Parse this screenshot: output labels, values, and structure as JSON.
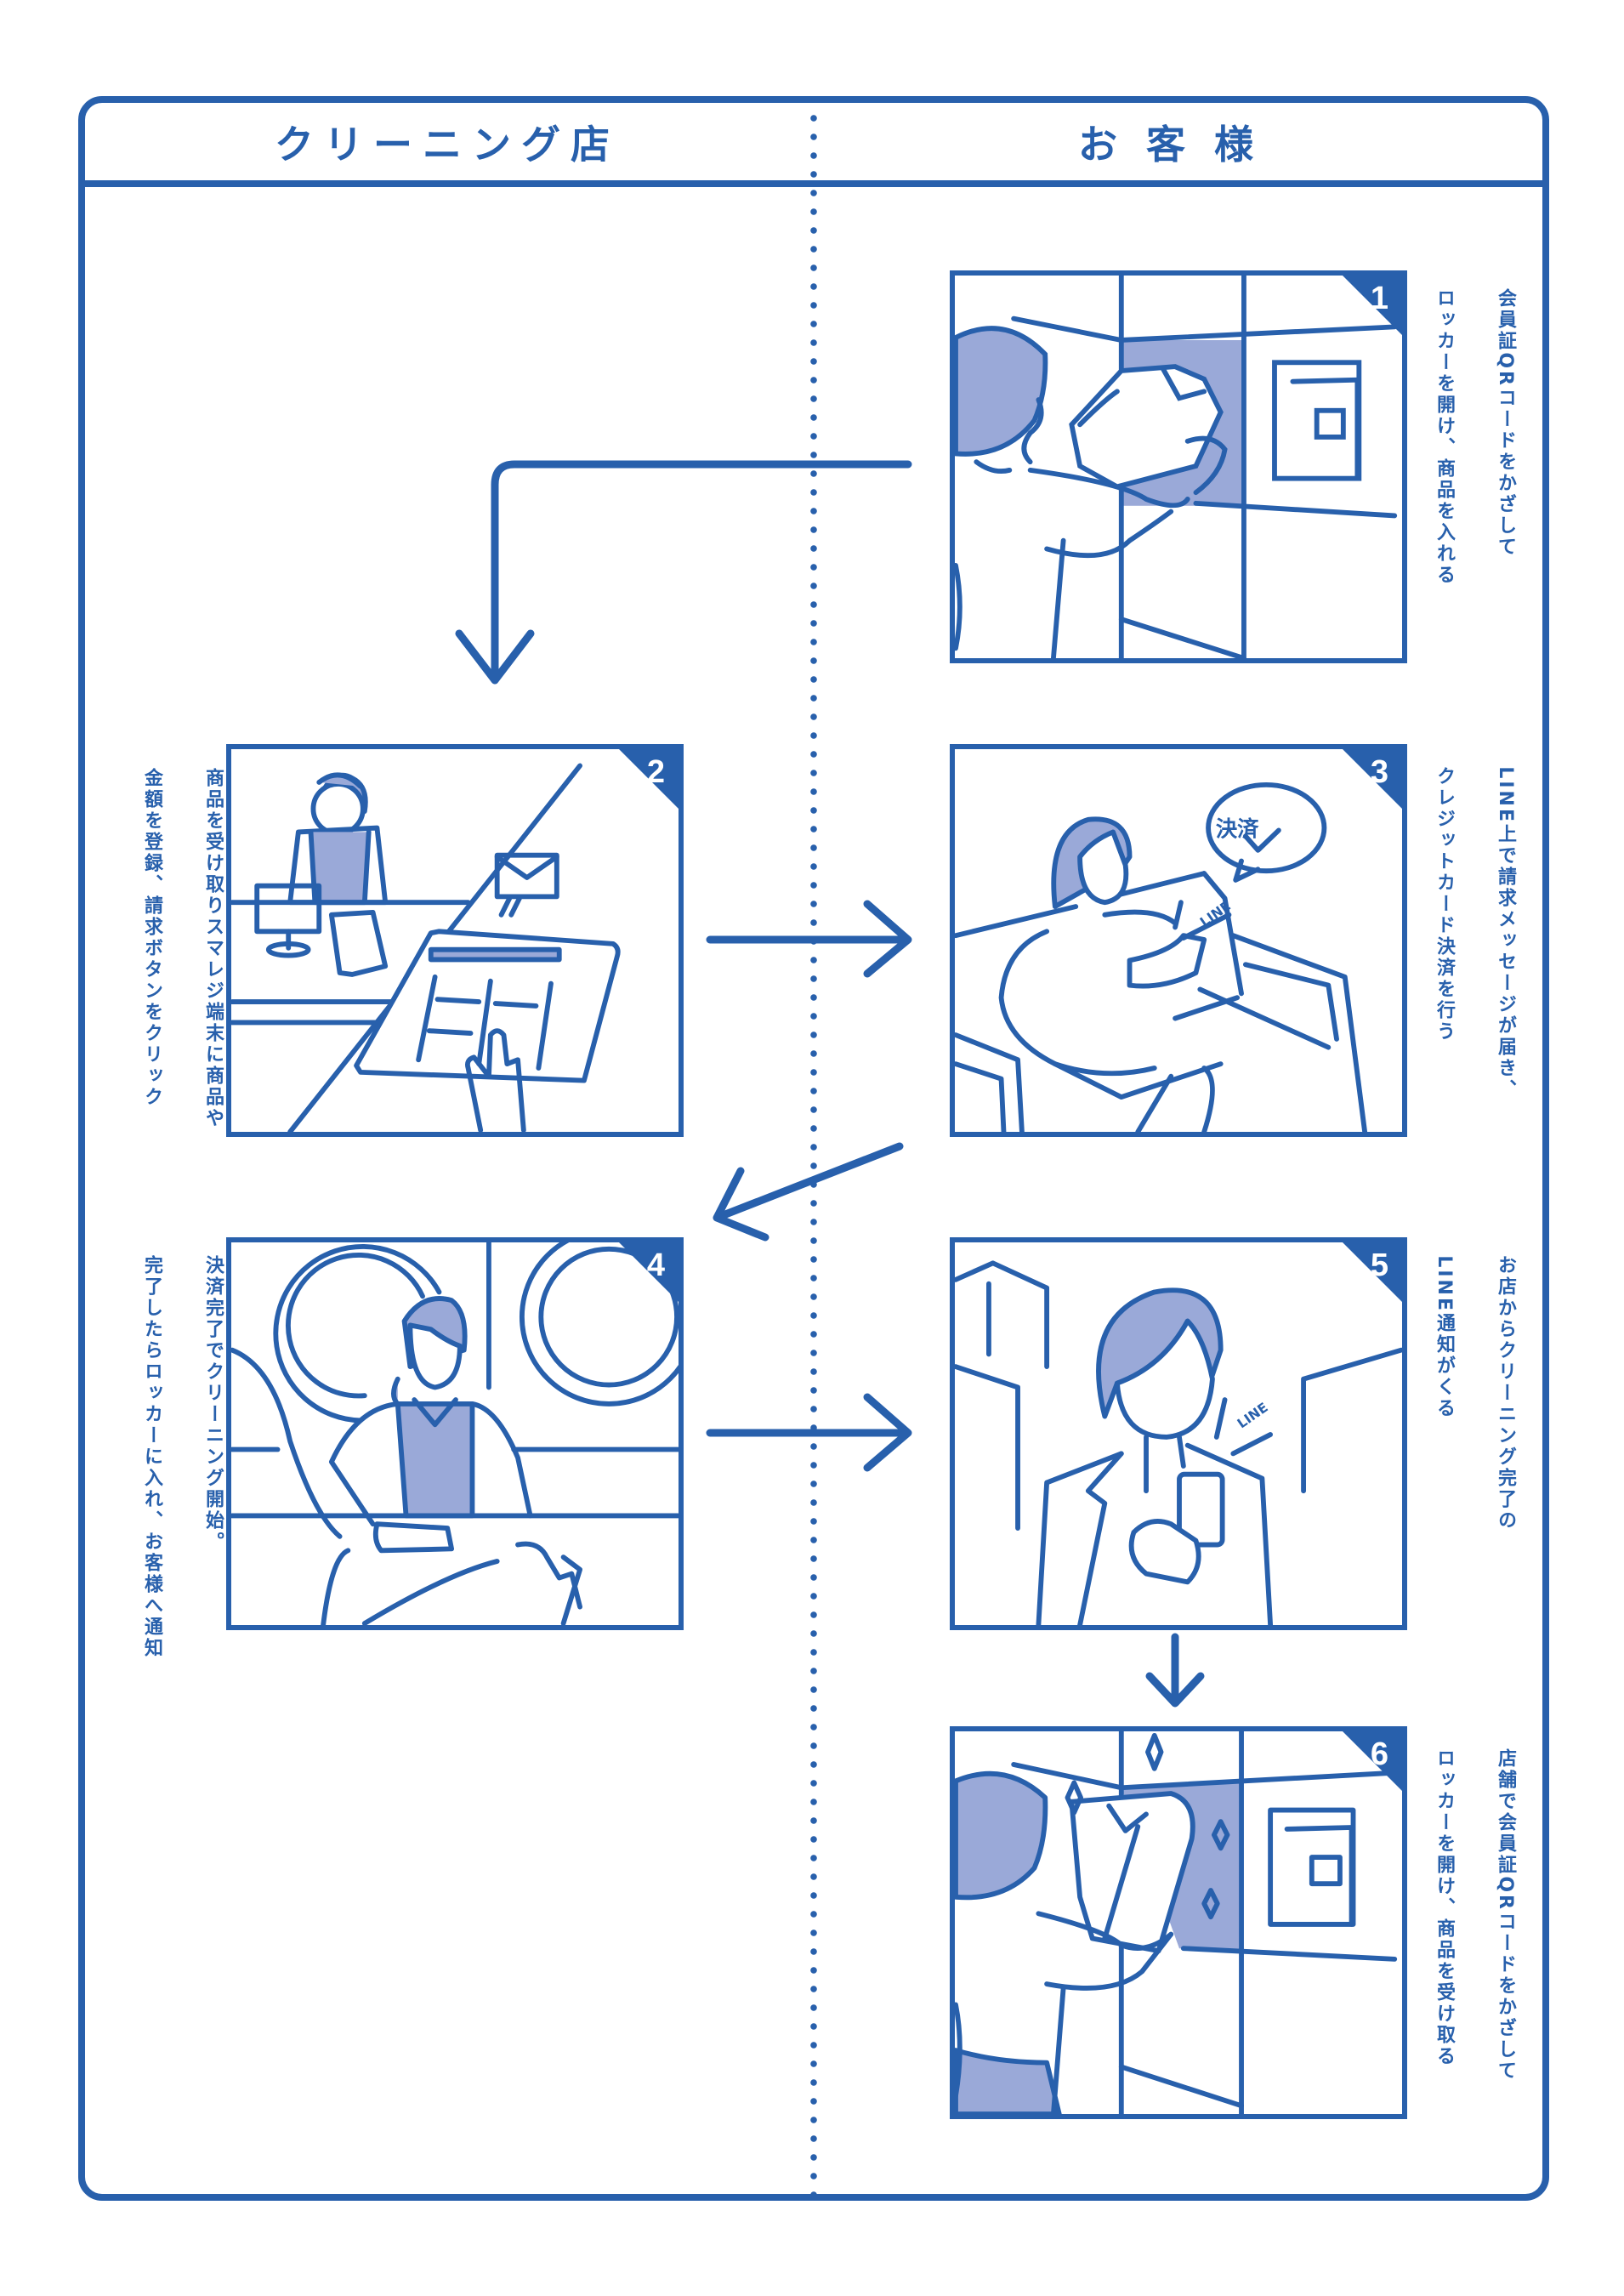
{
  "columns": {
    "left_title": "クリーニング店",
    "right_title": "お客様"
  },
  "colors": {
    "primary": "#2860AC",
    "fill": "#9AA9D8"
  },
  "steps": [
    {
      "number": "1",
      "side": "customer",
      "lines": [
        "会員証QRコードをかざして",
        "ロッカーを開け、商品を入れる"
      ]
    },
    {
      "number": "2",
      "side": "shop",
      "lines": [
        "商品を受け取りスマレジ端末に商品や",
        "金額を登録、請求ボタンをクリック"
      ]
    },
    {
      "number": "3",
      "side": "customer",
      "lines": [
        "LINE上で請求メッセージが届き、",
        "クレジットカード決済を行う"
      ],
      "bubble_text": "決済",
      "tag_text": "LINE"
    },
    {
      "number": "4",
      "side": "shop",
      "lines": [
        "決済完了でクリーニング開始。",
        "完了したらロッカーに入れ、お客様へ通知"
      ]
    },
    {
      "number": "5",
      "side": "customer",
      "lines": [
        "お店からクリーニング完了の",
        "LINE通知がくる"
      ],
      "tag_text": "LINE"
    },
    {
      "number": "6",
      "side": "customer",
      "lines": [
        "店舗で会員証QRコードをかざして",
        "ロッカーを開け、商品を受け取る"
      ]
    }
  ],
  "flow": [
    "1→2",
    "2→3",
    "3→4",
    "4→5",
    "5→6"
  ]
}
